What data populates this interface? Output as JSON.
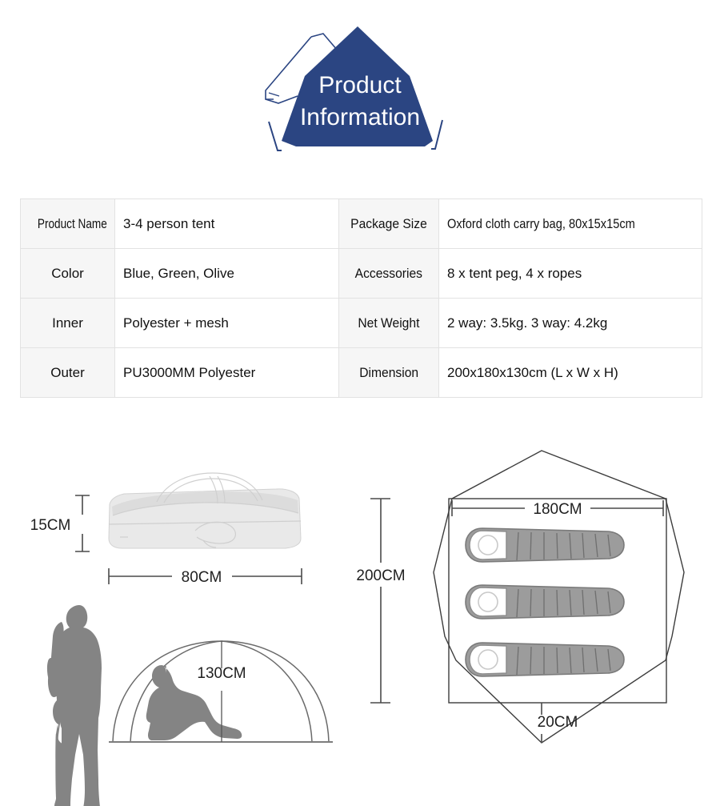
{
  "header": {
    "title_line1": "Product",
    "title_line2": "Information",
    "brand_color": "#2b4582",
    "tent_outline_color": "#2b4582"
  },
  "spec_table": {
    "rows": [
      {
        "left_label": "Product Name",
        "left_value": "3-4 person tent",
        "right_label": "Package Size",
        "right_value": "Oxford cloth carry bag, 80x15x15cm"
      },
      {
        "left_label": "Color",
        "left_value": "Blue, Green, Olive",
        "right_label": "Accessories",
        "right_value": "8 x tent peg, 4 x ropes"
      },
      {
        "left_label": "Inner",
        "left_value": "Polyester + mesh",
        "right_label": "Net Weight",
        "right_value": "2 way: 3.5kg. 3 way: 4.2kg"
      },
      {
        "left_label": "Outer",
        "left_value": "PU3000MM Polyester",
        "right_label": "Dimension",
        "right_value": "200x180x130cm (L x W x H)"
      }
    ]
  },
  "diagrams": {
    "carry_bag": {
      "name": "carry-bag-illustration",
      "height_label": "15CM",
      "width_label": "80CM"
    },
    "tent_elevation": {
      "name": "tent-side-elevation",
      "height_label": "130CM"
    },
    "tent_floorplan": {
      "name": "tent-floor-plan",
      "width_label": "180CM",
      "length_label": "200CM",
      "vestibule_label": "20CM",
      "sleeping_bag_count": 3
    }
  }
}
